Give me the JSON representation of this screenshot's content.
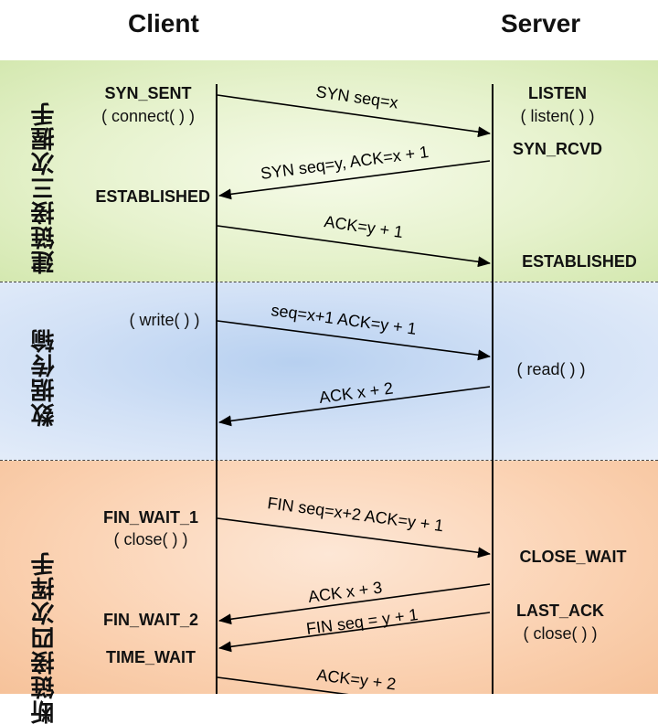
{
  "columns": {
    "client": "Client",
    "server": "Server"
  },
  "phases": {
    "connect": "建链接三次握手",
    "transfer": "数据传输",
    "close": "断链接四次挥手"
  },
  "client_states": {
    "syn_sent": "SYN_SENT",
    "connect_call": "( connect( ) )",
    "established": "ESTABLISHED",
    "write_call": "( write( ) )",
    "fin_wait_1": "FIN_WAIT_1",
    "close_call": "( close( ) )",
    "fin_wait_2": "FIN_WAIT_2",
    "time_wait": "TIME_WAIT"
  },
  "server_states": {
    "listen": "LISTEN",
    "listen_call": "( listen( ) )",
    "syn_rcvd": "SYN_RCVD",
    "established": "ESTABLISHED",
    "read_call": "( read( ) )",
    "close_wait": "CLOSE_WAIT",
    "last_ack": "LAST_ACK",
    "close_call": "( close( ) )"
  },
  "messages": {
    "m1": "SYN seq=x",
    "m2": "SYN seq=y, ACK=x + 1",
    "m3": "ACK=y + 1",
    "m4": "seq=x+1 ACK=y + 1",
    "m5": "ACK x + 2",
    "m6": "FIN seq=x+2 ACK=y + 1",
    "m7": "ACK x + 3",
    "m8": "FIN seq = y + 1",
    "m9": "ACK=y + 2"
  }
}
